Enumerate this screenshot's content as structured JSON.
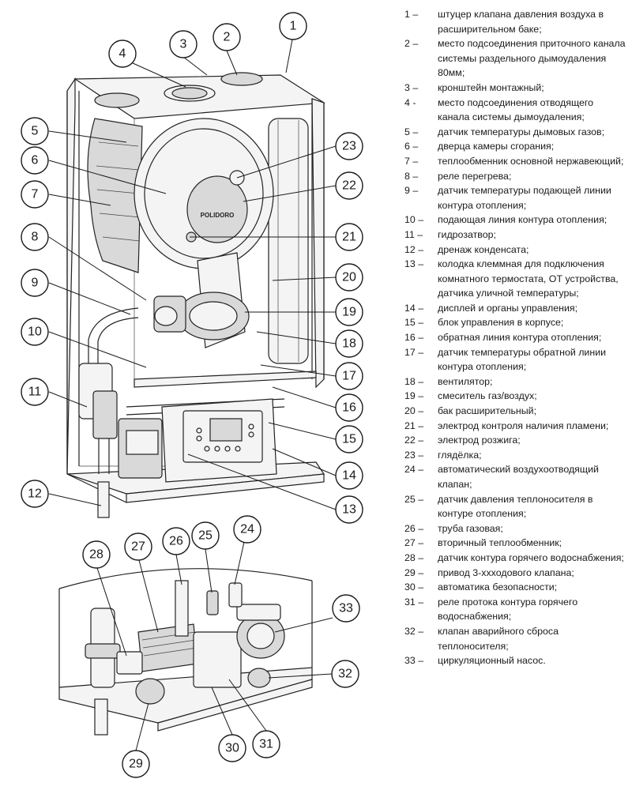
{
  "legend": [
    {
      "num": "1 –",
      "text": "штуцер клапана давления воздуха в расширительном баке;"
    },
    {
      "num": "2 –",
      "text": "место подсоединения приточного канала системы раздельного дымоудаления 80мм;"
    },
    {
      "num": "3 –",
      "text": "кронштейн монтажный;"
    },
    {
      "num": "4 -",
      "text": "место подсоединения отводящего канала системы дымоудаления;"
    },
    {
      "num": "5 –",
      "text": "датчик температуры дымовых газов;"
    },
    {
      "num": "6 –",
      "text": "дверца камеры сгорания;"
    },
    {
      "num": "7 –",
      "text": "теплообменник основной нержавеющий;"
    },
    {
      "num": "8 –",
      "text": "реле перегрева;"
    },
    {
      "num": "9 –",
      "text": "датчик температуры подающей линии контура отопления;"
    },
    {
      "num": "10 –",
      "text": "подающая линия контура отопления;"
    },
    {
      "num": "11 –",
      "text": "гидрозатвор;"
    },
    {
      "num": "12 –",
      "text": "дренаж конденсата;"
    },
    {
      "num": "13 –",
      "text": "колодка клеммная для подключения комнатного термостата, ОТ устройства, датчика уличной температуры;"
    },
    {
      "num": "14 –",
      "text": "дисплей и органы управления;"
    },
    {
      "num": "15 –",
      "text": "блок управления в корпусе;"
    },
    {
      "num": "16 –",
      "text": "обратная линия контура отопления;"
    },
    {
      "num": "17 –",
      "text": "датчик температуры обратной линии контура отопления;"
    },
    {
      "num": "18 –",
      "text": "вентилятор;"
    },
    {
      "num": "19 –",
      "text": "смеситель газ/воздух;"
    },
    {
      "num": "20 –",
      "text": "бак расширительный;"
    },
    {
      "num": "21 –",
      "text": "электрод контроля наличия пламени;"
    },
    {
      "num": "22 –",
      "text": "электрод розжига;"
    },
    {
      "num": "23 –",
      "text": "глядёлка;"
    },
    {
      "num": "24 –",
      "text": "автоматический воздухоотводящий клапан;"
    },
    {
      "num": "25 –",
      "text": "датчик давления теплоносителя в контуре отопления;"
    },
    {
      "num": "26 –",
      "text": "труба газовая;"
    },
    {
      "num": "27 –",
      "text": "вторичный теплообменник;"
    },
    {
      "num": "28 –",
      "text": "датчик контура горячего водоснабжения;"
    },
    {
      "num": "29 –",
      "text": "привод 3-ххходового клапана;"
    },
    {
      "num": "30 –",
      "text": "автоматика безопасности;"
    },
    {
      "num": "31 –",
      "text": "реле протока контура горячего водоснабжения;"
    },
    {
      "num": "32 –",
      "text": "клапан аварийного сброса теплоносителя;"
    },
    {
      "num": "33 –",
      "text": "циркуляционный насос."
    }
  ],
  "callouts": [
    "1",
    "2",
    "3",
    "4",
    "5",
    "6",
    "7",
    "8",
    "9",
    "10",
    "11",
    "12",
    "13",
    "14",
    "15",
    "16",
    "17",
    "18",
    "19",
    "20",
    "21",
    "22",
    "23",
    "24",
    "25",
    "26",
    "27",
    "28",
    "29",
    "30",
    "31",
    "32",
    "33"
  ],
  "brand_label": "POLIDORO"
}
